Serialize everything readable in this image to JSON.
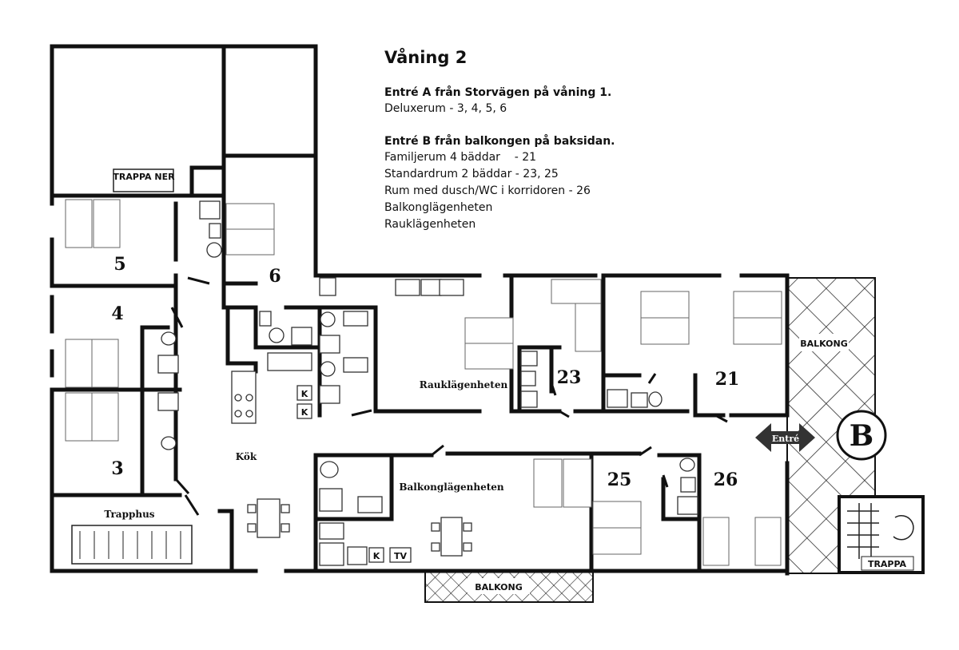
{
  "legend": {
    "title": "Våning 2",
    "entrance_a": {
      "heading": "Entré A från Storvägen på våning 1.",
      "lines": [
        "Deluxerum  - 3, 4, 5, 6"
      ]
    },
    "entrance_b": {
      "heading": "Entré B från balkongen på baksidan.",
      "lines": [
        "Familjerum 4 bäddar    - 21",
        "Standardrum 2 bäddar - 23, 25",
        "Rum med dusch/WC i korridoren - 26",
        "Balkonglägenheten",
        "Rauklägenheten"
      ]
    }
  },
  "plan": {
    "rooms": {
      "r5": "5",
      "r6": "6",
      "r4": "4",
      "r3": "3",
      "r23": "23",
      "r21": "21",
      "r25": "25",
      "r26": "26"
    },
    "labels": {
      "trappa_ner": "TRAPPA NER",
      "trapphus": "Trapphus",
      "kok": "Kök",
      "rauk": "Rauklägenheten",
      "balkong_lgh": "Balkonglägenheten",
      "balkong_right": "BALKONG",
      "balkong_bottom": "BALKONG",
      "entre": "Entré",
      "entrance_letter": "B",
      "trappa": "TRAPPA",
      "k1": "K",
      "k2": "K",
      "k3": "K",
      "tv": "TV"
    }
  }
}
